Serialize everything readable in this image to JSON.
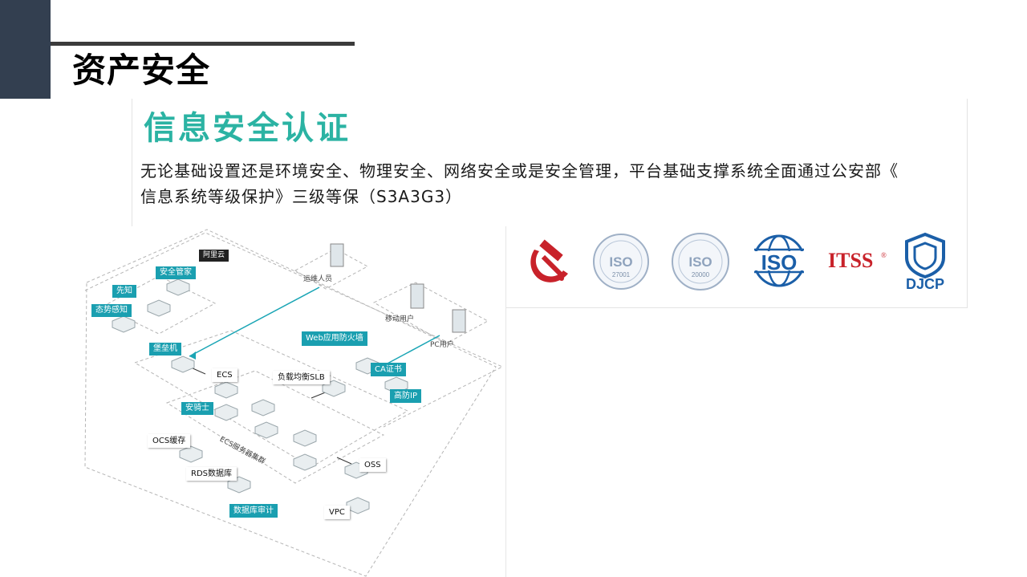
{
  "page": {
    "title": "资产安全"
  },
  "info": {
    "heading": "信息安全认证",
    "body_line1": "无论基础设置还是环境安全、物理安全、网络安全或是安全管理，平台基础支撑系统全面通过公安部《",
    "body_line2": "信息系统等级保护》三级等保（S3A3G3）"
  },
  "logos": {
    "iso27001_text": "ISO",
    "iso27001_num": "27001",
    "iso20000_text": "ISO",
    "iso20000_num": "20000",
    "iso_text": "ISO",
    "itss_text": "ITSS",
    "itss_mark": "®",
    "djcp_text": "DJCP"
  },
  "diagram": {
    "cloud_label": "阿里云",
    "ops_label": "运维人员",
    "mobile_label": "移动用户",
    "pc_label": "PC用户",
    "anquan_guanjia": "安全管家",
    "xianzhi": "先知",
    "taishi_ganzhi": "态势感知",
    "baolei_ji": "堡垒机",
    "ecs": "ECS",
    "waf": "Web应用防火墙",
    "ca_cert": "CA证书",
    "slb": "负载均衡SLB",
    "gaofang_ip": "高防IP",
    "anqishang": "安骑士",
    "ecs_cluster": "ECS服务器集群",
    "ocs": "OCS缓存",
    "oss": "OSS",
    "rds": "RDS数据库",
    "vpc": "VPC",
    "db_audit": "数据库审计"
  },
  "colors": {
    "teal_heading": "#2bb3a3",
    "corner": "#333f50",
    "tag": "#1a9fb0",
    "iso_blue": "#1b5fa8",
    "itss_red": "#c8222a",
    "party_red": "#c8222a"
  }
}
